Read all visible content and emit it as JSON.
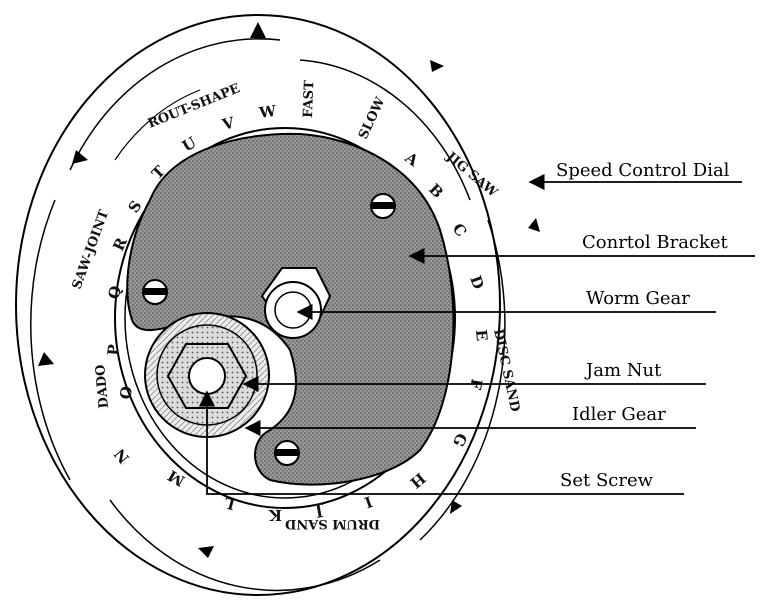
{
  "dial_outer_markings": [
    {
      "id": "word-rout-shape",
      "text": "ROUT-SHAPE"
    },
    {
      "id": "word-fast",
      "text": "FAST"
    },
    {
      "id": "word-slow",
      "text": "SLOW"
    },
    {
      "id": "word-jig-saw",
      "text": "JIG SAW"
    },
    {
      "id": "word-disc-sand",
      "text": "DISC SAND"
    },
    {
      "id": "word-drum-sand",
      "text": "DRUM SAND"
    },
    {
      "id": "word-dado",
      "text": "DADO"
    },
    {
      "id": "word-saw-joint",
      "text": "SAW-JOINT"
    }
  ],
  "dial_letters": [
    {
      "id": "letter-a",
      "text": "A"
    },
    {
      "id": "letter-b",
      "text": "B"
    },
    {
      "id": "letter-c",
      "text": "C"
    },
    {
      "id": "letter-d",
      "text": "D"
    },
    {
      "id": "letter-e",
      "text": "E"
    },
    {
      "id": "letter-f",
      "text": "F"
    },
    {
      "id": "letter-g",
      "text": "G"
    },
    {
      "id": "letter-h",
      "text": "H"
    },
    {
      "id": "letter-i",
      "text": "I"
    },
    {
      "id": "letter-j",
      "text": "J"
    },
    {
      "id": "letter-k",
      "text": "K"
    },
    {
      "id": "letter-l",
      "text": "L"
    },
    {
      "id": "letter-m",
      "text": "M"
    },
    {
      "id": "letter-n",
      "text": "N"
    },
    {
      "id": "letter-o",
      "text": "O"
    },
    {
      "id": "letter-p",
      "text": "P"
    },
    {
      "id": "letter-q",
      "text": "Q"
    },
    {
      "id": "letter-r",
      "text": "R"
    },
    {
      "id": "letter-s",
      "text": "S"
    },
    {
      "id": "letter-t",
      "text": "T"
    },
    {
      "id": "letter-u",
      "text": "U"
    },
    {
      "id": "letter-v",
      "text": "V"
    },
    {
      "id": "letter-w",
      "text": "W"
    }
  ],
  "callouts": {
    "speed_control_dial": "Speed Control Dial",
    "control_bracket": "Conrtol Bracket",
    "worm_gear": "Worm Gear",
    "jam_nut": "Jam Nut",
    "idler_gear": "Idler Gear",
    "set_screw": "Set Screw"
  },
  "colors": {
    "line": "#000000",
    "bracket_fill": "#8c8c8c",
    "gear_fill": "#d6d6d6",
    "background": "#ffffff"
  }
}
